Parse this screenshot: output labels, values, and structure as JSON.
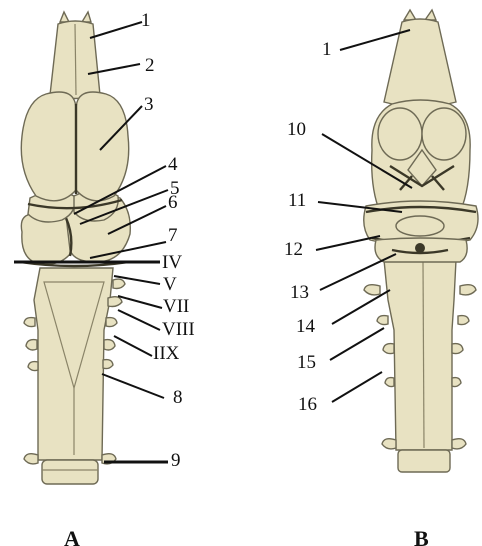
{
  "colors": {
    "tissue": "#e8e2c2",
    "tissue_shade": "#d8d0a8",
    "outline": "#6e6a55",
    "leader": "#111111"
  },
  "panels": {
    "a": "A",
    "b": "B"
  },
  "labels_a": {
    "l1": "1",
    "l2": "2",
    "l3": "3",
    "l4": "4",
    "l5": "5",
    "l6": "6",
    "l7": "7",
    "liv": "IV",
    "lv": "V",
    "lvii": "VII",
    "lviii": "VIII",
    "lix": "IIX",
    "l8": "8",
    "l9": "9"
  },
  "labels_b": {
    "l1": "1",
    "l10": "10",
    "l11": "11",
    "l12": "12",
    "l13": "13",
    "l14": "14",
    "l15": "15",
    "l16": "16"
  }
}
